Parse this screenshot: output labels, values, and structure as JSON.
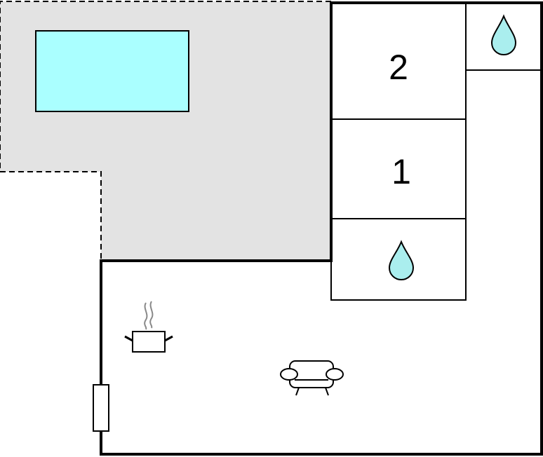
{
  "floorplan": {
    "rooms": [
      {
        "id": "bedroom-2",
        "label": "2"
      },
      {
        "id": "bedroom-1",
        "label": "1"
      }
    ],
    "icons": {
      "bathroom_1": "water-drop-icon",
      "bathroom_2": "water-drop-icon",
      "kitchen": "cooking-pot-icon",
      "living": "sofa-icon",
      "pool": "swimming-pool"
    },
    "colors": {
      "terrace": "#e3e3e3",
      "pool": "#aaffff",
      "water": "#aaeeee",
      "wall": "#000000",
      "steam": "#888888"
    }
  }
}
